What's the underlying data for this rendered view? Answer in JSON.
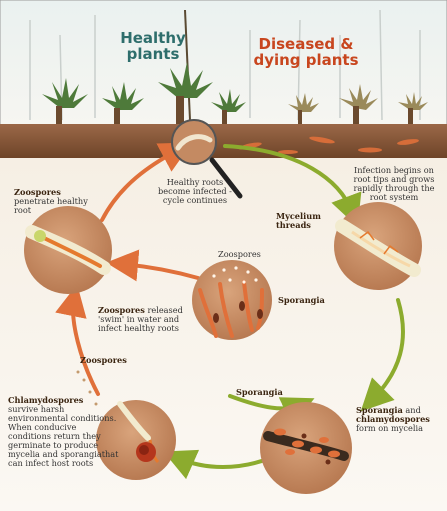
{
  "titles": {
    "healthy": "Healthy plants",
    "diseased": "Diseased & dying plants"
  },
  "labels": {
    "healthy_roots": "Healthy roots become infected - cycle continues",
    "infection_begins": "Infection begins on root tips and grows rapidly through the root system",
    "mycelium": "Mycelium threads",
    "zoospores_center": "Zoospores",
    "sporangia_center": "Sporangia",
    "zoospores_penetrate_title": "Zoospores",
    "zoospores_penetrate_text": "penetrate healthy root",
    "zoospores_released_title": "Zoospores",
    "zoospores_released_text": "released 'swim' in water and infect healthy roots",
    "zoospores_left": "Zoospores",
    "sporangia_lower": "Sporangia",
    "sporangia_form_title": "Sporangia",
    "sporangia_form_and": "and",
    "sporangia_form_title2": "chlamydospores",
    "sporangia_form_text": "form on mycelia",
    "chlamydospores_title": "Chlamydospores",
    "chlamydospores_text": "survive harsh environmental conditions. When conducive conditions return they germinate to produce mycelia and sporangiathat can infect host roots"
  },
  "colors": {
    "healthy_title": "#2e6e6c",
    "diseased_title": "#c8461e",
    "soil": "#8a5a3a",
    "circle": "#c98f66",
    "arrow_orange": "#e0703a",
    "arrow_green": "#8cab2e"
  }
}
